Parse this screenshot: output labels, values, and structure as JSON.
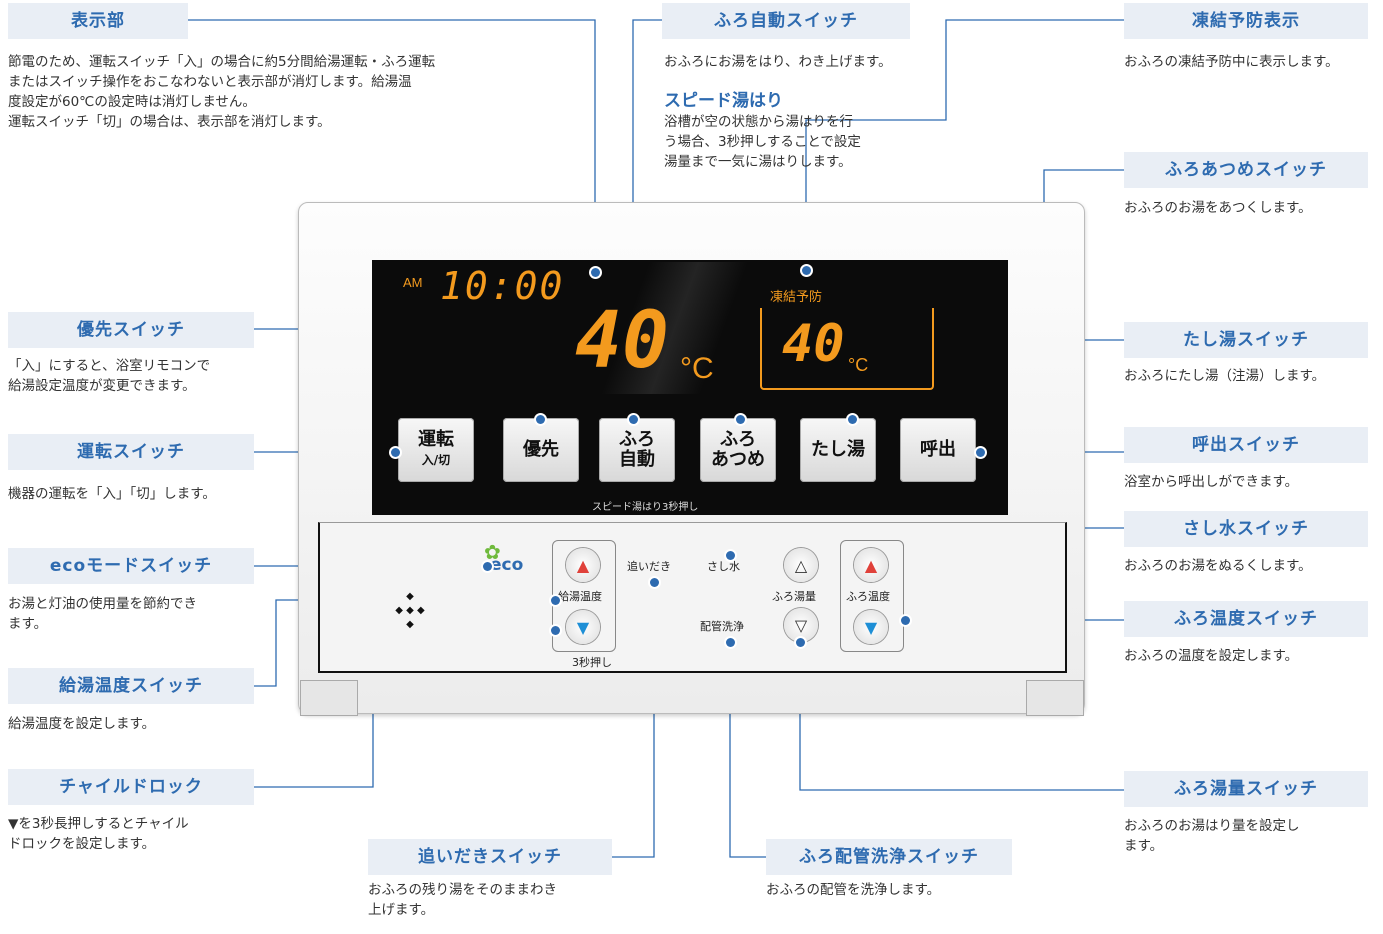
{
  "labels": {
    "display": "表示部",
    "furo_auto": "ふろ自動スイッチ",
    "touketsu": "凍結予防表示",
    "furo_atsume": "ふろあつめスイッチ",
    "yuusen": "優先スイッチ",
    "tashiyu": "たし湯スイッチ",
    "unten": "運転スイッチ",
    "yobidashi": "呼出スイッチ",
    "eco": "ecoモードスイッチ",
    "sashimizu": "さし水スイッチ",
    "kyuto_ondo": "給湯温度スイッチ",
    "furo_ondo": "ふろ温度スイッチ",
    "child_lock": "チャイルドロック",
    "furo_yuryo": "ふろ湯量スイッチ",
    "oidaki": "追いだきスイッチ",
    "haikan": "ふろ配管洗浄スイッチ"
  },
  "descriptions": {
    "display": [
      "節電のため、運転スイッチ「入」の場合に約5分間給湯運転・ふろ運転",
      "またはスイッチ操作をおこなわないと表示部が消灯します。給湯温",
      "度設定が60℃の設定時は消灯しません。",
      "運転スイッチ「切」の場合は、表示部を消灯します。"
    ],
    "furo_auto": [
      "おふろにお湯をはり、わき上げます。"
    ],
    "speed_title": "スピード湯はり",
    "speed": [
      "浴槽が空の状態から湯はりを行",
      "う場合、3秒押しすることで設定",
      "湯量まで一気に湯はりします。"
    ],
    "touketsu": [
      "おふろの凍結予防中に表示します。"
    ],
    "furo_atsume": [
      "おふろのお湯をあつくします。"
    ],
    "yuusen": [
      "「入」にすると、浴室リモコンで",
      "給湯設定温度が変更できます。"
    ],
    "tashiyu": [
      "おふろにたし湯（注湯）します。"
    ],
    "unten": [
      "機器の運転を「入」「切」します。"
    ],
    "yobidashi": [
      "浴室から呼出しができます。"
    ],
    "eco": [
      "お湯と灯油の使用量を節約でき",
      "ます。"
    ],
    "sashimizu": [
      "おふろのお湯をぬるくします。"
    ],
    "kyuto_ondo": [
      "給湯温度を設定します。"
    ],
    "furo_ondo": [
      "おふろの温度を設定します。"
    ],
    "child_lock": [
      "▼を3秒長押しするとチャイル",
      "ドロックを設定します。"
    ],
    "furo_yuryo": [
      "おふろのお湯はり量を設定し",
      "ます。"
    ],
    "oidaki": [
      "おふろの残り湯をそのままわき",
      "上げます。"
    ],
    "haikan": [
      "おふろの配管を洗浄します。"
    ]
  },
  "remote": {
    "am": "AM",
    "time": "10:00",
    "temp_main": "40",
    "temp_bath": "40",
    "unit": "°C",
    "touketsu_label": "凍結予防",
    "speed_note": "スピード湯はり3秒押し",
    "buttons": {
      "unten": "運転",
      "unten_sub": "入/切",
      "yuusen": "優先",
      "furo_auto": "ふろ\n自動",
      "furo_atsume": "ふろ\nあつめ",
      "tashiyu": "たし湯",
      "yobidashi": "呼出"
    },
    "lower": {
      "eco": "eco",
      "kyuto_ondo": "給湯温度",
      "oidaki": "追いだき",
      "sashimizu": "さし水",
      "furo_yuryo": "ふろ湯量",
      "furo_ondo": "ふろ温度",
      "haikan": "配管洗浄",
      "lock_note": "3秒押し"
    }
  },
  "colors": {
    "accent": "#2e6bb0",
    "label_bg": "#e9eef5",
    "segment": "#f39a1e",
    "up_arrow": "#e0413a",
    "down_arrow": "#1e8fd6"
  }
}
